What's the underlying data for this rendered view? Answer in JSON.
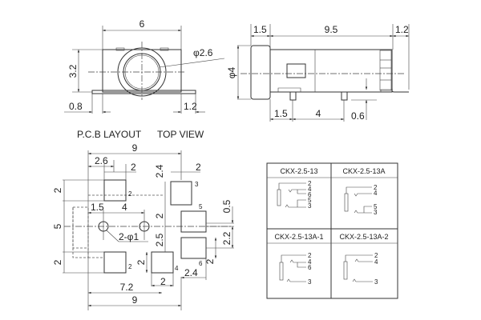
{
  "front_view": {
    "width": "6",
    "height": "3.2",
    "bore": "φ2.6",
    "left_tab": "0.8",
    "right_tab": "1.2"
  },
  "side_view": {
    "collar": "1.5",
    "body_length": "9.5",
    "tail": "1.2",
    "diameter": "φ4",
    "pin_offset": "1.5",
    "pin_pitch": "4",
    "pin_height": "0.6"
  },
  "labels": {
    "pcb_layout": "P.C.B LAYOUT",
    "top_view": "TOP VIEW"
  },
  "pcb": {
    "width_top": "9",
    "width_bottom": "9",
    "pad_offset": "2.6",
    "pad_w1": "2",
    "pad_h_top": "2.4",
    "pad_w2": "2",
    "left_top": "2",
    "left_mid": "5",
    "left_bottom": "2",
    "hole_offset": "1.5",
    "hole_pitch": "4",
    "holes": "2-φ1",
    "gap_a": "2",
    "gap_b": "2.5",
    "gap_c": "0.5",
    "gap_d": "2.2",
    "pad6_h": "2",
    "pad4_h": "2",
    "pad4_w": "2",
    "pad6_off": "2.4",
    "offset_72": "7.2",
    "pin_labels": {
      "p2a": "2",
      "p3": "3",
      "p5": "5",
      "p6": "6",
      "p2b": "2",
      "p4": "4"
    }
  },
  "schematics": [
    {
      "title": "CKX-2.5-13",
      "pins": [
        "2",
        "4",
        "6",
        "5",
        "3"
      ]
    },
    {
      "title": "CKX-2.5-13A",
      "pins": [
        "2",
        "4",
        "5",
        "3"
      ]
    },
    {
      "title": "CKX-2.5-13A-1",
      "pins": [
        "2",
        "4",
        "6",
        "3"
      ]
    },
    {
      "title": "CKX-2.5-13A-2",
      "pins": [
        "2",
        "4",
        "3"
      ]
    }
  ]
}
